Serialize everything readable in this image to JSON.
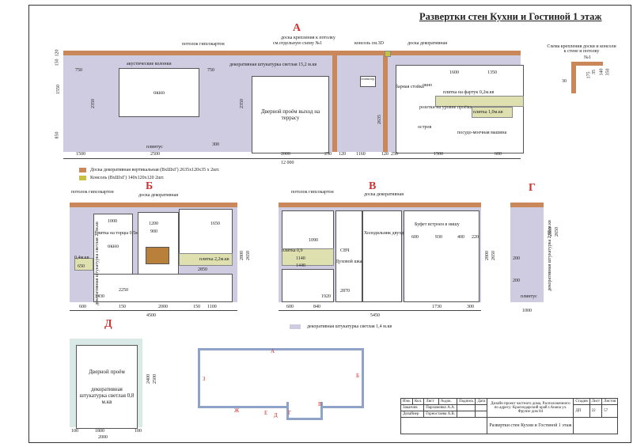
{
  "title": "Развертки стен Кухни и Гостиной 1 этаж",
  "wall_a": {
    "letter": "А",
    "labels": {
      "ceiling": "потолок гипсокартон",
      "board_mount": "доска крепления к потолку",
      "board_mount2": "см.отдельную схему №1",
      "bracket": "консоль см.3D",
      "deco_board": "доска декоративная",
      "speakers": "акустические колонки",
      "plaster": "декоративная штукатурка светлая 15,2 м.кв",
      "window": "окно",
      "door": "Дверной проём выход на террасу",
      "bar": "барная стойка",
      "window2": "окно",
      "tile": "плитка на фартук 0,2м.кв",
      "sockets": "розетки на уровне проёма",
      "tile2": "плитка 1,0м.кв",
      "island": "остров",
      "dishwasher": "посудо-моечная машина",
      "baseboard": "плинтус",
      "tv": "телевизор"
    },
    "dims": {
      "total": "12 000",
      "d1500a": "1500",
      "d2500": "2500",
      "d300": "300",
      "d2000": "2000",
      "d250": "250",
      "d120": "120",
      "d1160": "1160",
      "d120b": "120",
      "d250b": "250",
      "d1500b": "1500",
      "d600": "600",
      "d750": "750",
      "d750b": "750",
      "h1550": "1550",
      "h2350": "2350",
      "h850": "850",
      "h2635": "2635",
      "h2350b": "2350",
      "h1600": "1600",
      "h1350": "1350",
      "h120": "120",
      "h150": "150"
    }
  },
  "legend": {
    "board": "Доска декоративная вертикальная (ВхШхГ) 2635х120х35 х 2шт.",
    "bracket": "Консоль (ВхШхГ) 140х120х120 2шт."
  },
  "scheme": {
    "title": "Схема крепления доски и консоли к стене и потолку",
    "num": "№1",
    "d175": "175",
    "d35": "35",
    "d140": "140",
    "d350": "350",
    "d30": "30"
  },
  "wall_b": {
    "letter": "Б",
    "labels": {
      "ceiling": "потолок гипсокартон",
      "deco_board": "доска декоративная",
      "plaster": "декоративная штукатурка светлая 2,3м.кв",
      "tile_small": "плитка на торцы 0,5м.кв",
      "window": "окно",
      "tile_big": "плитка 2,2м.кв",
      "tile_04": "0,4м.кв",
      "d650": "650"
    },
    "dims": {
      "total": "4500",
      "d600": "600",
      "d150": "150",
      "d2000": "2000",
      "d150b": "150",
      "d1100": "1100",
      "d1200": "1200",
      "d900": "900",
      "d1000": "1000",
      "d2250": "2250",
      "d1430": "1430",
      "d2850": "2850",
      "h2800": "2800",
      "h2650": "2650",
      "h1650": "1650"
    }
  },
  "wall_v": {
    "letter": "В",
    "labels": {
      "ceiling": "потолок гипсокартон",
      "deco_board": "доска декоративная",
      "fridge": "Холодильник двухдверный",
      "buffet": "Буфет встроен в нишу",
      "microwave": "СВЧ",
      "oven": "Духовой шкаф",
      "tile": "плитка 0,9"
    },
    "dims": {
      "total": "5450",
      "d600": "600",
      "d840": "840",
      "d1090": "1090",
      "d1140": "1140",
      "d1440": "1440",
      "d1920": "1920",
      "d2870": "2870",
      "d1730": "1730",
      "d300": "300",
      "d600b": "600",
      "d930": "930",
      "d400": "400",
      "d220": "220",
      "h2800": "2800",
      "h2650": "2650"
    }
  },
  "wall_g": {
    "letter": "Г",
    "labels": {
      "plaster": "декоративная штукатурка 2,55 м.кв",
      "baseboard": "плинтус"
    },
    "dims": {
      "total": "1000",
      "h2800": "2800",
      "h2650": "2650",
      "d200": "200",
      "d200b": "200"
    }
  },
  "wall_d": {
    "letter": "Д",
    "labels": {
      "door": "Дверной проём",
      "plaster": "декоративная штукатурка светлая 0,8 м.кв"
    },
    "dims": {
      "total": "2000",
      "d1800": "1800",
      "d100": "100",
      "d100b": "100",
      "h2400": "2400",
      "h2500": "2500"
    }
  },
  "plaster_legend": "декоративная штукатурка светлая 1,4 м.кв",
  "plan_letters": [
    "А",
    "Б",
    "В",
    "Г",
    "Д",
    "Е",
    "Ж",
    "З"
  ],
  "stamp": {
    "h_izm": "Изм.",
    "h_kol": "Кол.",
    "h_list": "Лист",
    "h_ndok": "№док.",
    "h_podp": "Подпись",
    "h_data": "Дата",
    "r1_role": "Заказчик",
    "r1_name": "Пархоменко А.А.",
    "r2_role": "Дизайнер",
    "r2_name": "Горностаева А.В.",
    "project": "Дизайн проект частного дома, Расположенного по адресу: Краснодарский край г.Анапа ул. Фрунзе дом 84",
    "h_stage": "Стадия",
    "h_sheet": "Лист",
    "h_sheets": "Листов",
    "stage": "ДП",
    "sheet": "22",
    "sheets": "57",
    "sheet_title": "Развертки стен Кухни и Гостиной 1 этаж"
  },
  "colors": {
    "wall": "#cfcbe0",
    "board": "#c9875a",
    "tile": "#dfe0b0",
    "plan": "#8fa3c8",
    "accent": "#c33333"
  }
}
